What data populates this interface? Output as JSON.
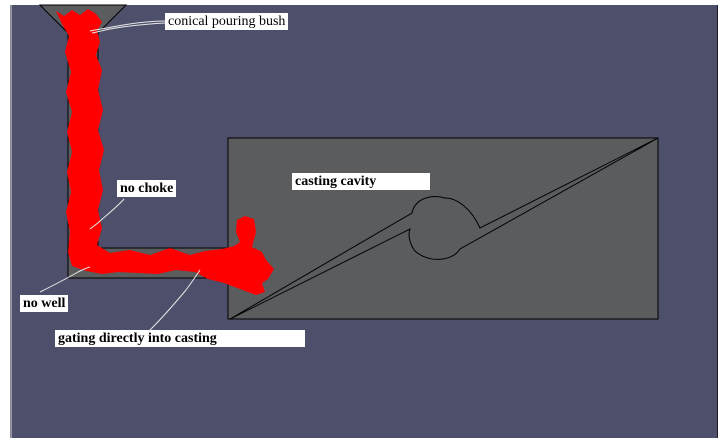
{
  "labels": {
    "pouring_bush": "conical pouring bush",
    "no_choke": "no choke",
    "casting_cavity": "casting cavity",
    "no_well": "no well",
    "gating": "gating directly into casting"
  },
  "colors": {
    "background": "#4e4f6a",
    "mold_part": "#5b5c5e",
    "metal_flow": "#ff0000",
    "outline": "#000000"
  }
}
